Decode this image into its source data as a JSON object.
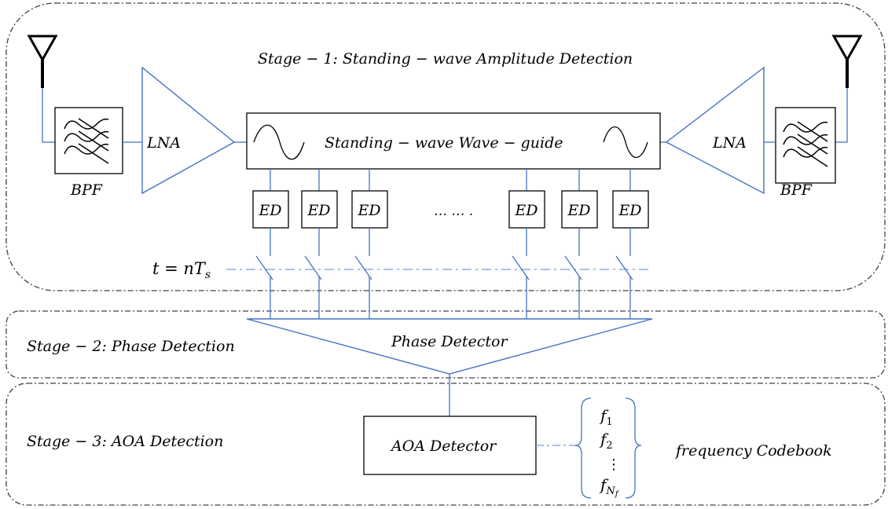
{
  "stage1": {
    "title": "Stage − 1: Standing − wave Amplitude Detection",
    "waveguide_label": "Standing − wave Wave − guide",
    "left_amp": "LNA",
    "right_amp": "LNA",
    "left_filter": "BPF",
    "right_filter": "BPF",
    "detectors": [
      "ED",
      "ED",
      "ED",
      "ED",
      "ED",
      "ED"
    ],
    "ellipsis": "… … .",
    "sampling": "t = nT",
    "sampling_sub": "s"
  },
  "stage2": {
    "title": "Stage − 2: Phase Detection",
    "block_label": "Phase Detector"
  },
  "stage3": {
    "title": "Stage − 3: AOA Detection",
    "block_label": "AOA Detector",
    "codebook": {
      "f1": "f",
      "f1_sub": "1",
      "f2": "f",
      "f2_sub": "2",
      "dots": "⋮",
      "fn": "f",
      "fn_sub": "N",
      "fn_subsub": "f"
    },
    "codebook_label": "frequency Codebook"
  },
  "colors": {
    "blue": "#4472c4",
    "light_blue": "#8faadc",
    "black": "#000000",
    "dash": "#404040"
  }
}
